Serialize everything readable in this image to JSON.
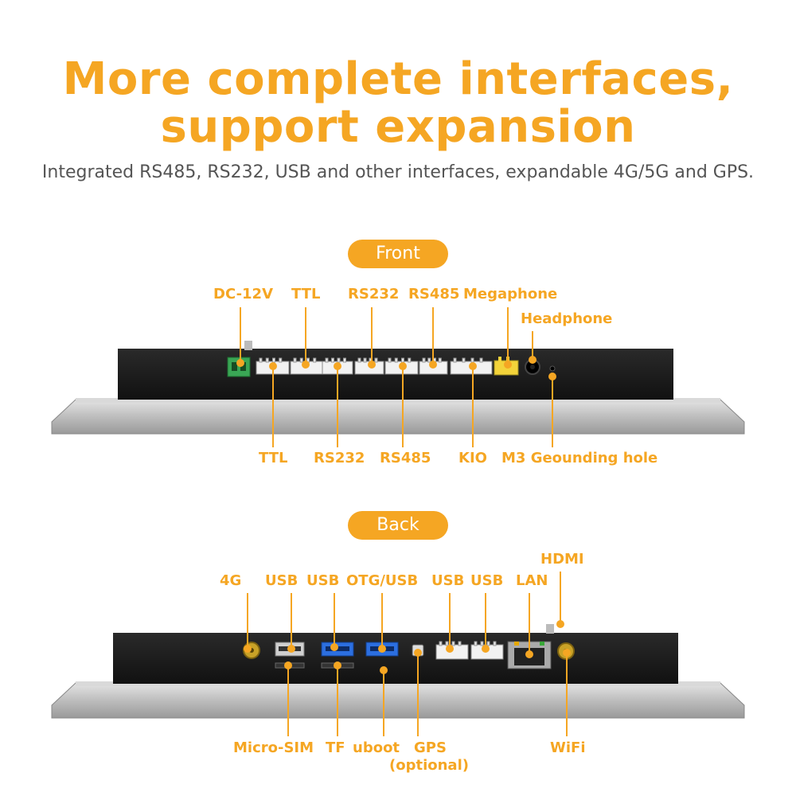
{
  "heading": {
    "line1": "More complete interfaces,",
    "line2": "support expansion",
    "subtitle": "Integrated RS485, RS232, USB and other interfaces, expandable 4G/5G and GPS."
  },
  "front": {
    "badge": "Front",
    "top_labels": {
      "dc": "DC-12V",
      "ttl": "TTL",
      "rs232": "RS232",
      "rs485": "RS485",
      "megaphone": "Megaphone",
      "headphone": "Headphone"
    },
    "bottom_labels": {
      "ttl": "TTL",
      "rs232": "RS232",
      "rs485": "RS485",
      "kio": "KIO",
      "ground": "M3 Geounding hole"
    }
  },
  "back": {
    "badge": "Back",
    "top_labels": {
      "g4": "4G",
      "usb1": "USB",
      "usb2": "USB",
      "otg": "OTG/USB",
      "usb3": "USB",
      "usb4": "USB",
      "lan": "LAN",
      "hdmi": "HDMI"
    },
    "bottom_labels": {
      "sim": "Micro-SIM",
      "tf": "TF",
      "uboot": "uboot",
      "gps": "GPS",
      "gps_note": "(optional)",
      "wifi": "WiFi"
    }
  },
  "colors": {
    "accent": "#f5a623",
    "device_body": "#1b1b1b",
    "bezel": "#c8c8c8",
    "usb3_blue": "#2c6fe0"
  }
}
